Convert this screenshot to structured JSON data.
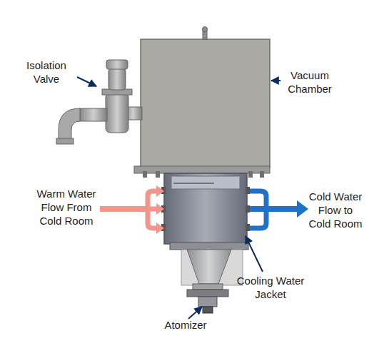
{
  "diagram": {
    "labels": [
      "Isolation Valve",
      "Vacuum Chamber",
      "Warm Water Flow From Cold Room",
      "Cold Water Flow to Cold Room",
      "Cooling Water Jacket",
      "Atomizer"
    ]
  }
}
